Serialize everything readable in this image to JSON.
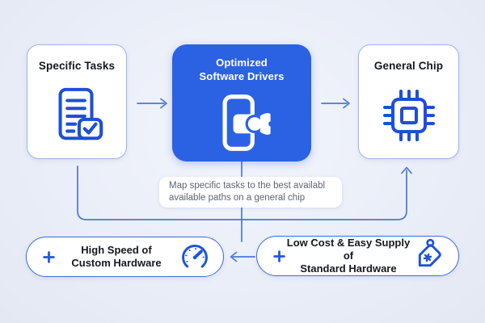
{
  "diagram": {
    "top_row": [
      {
        "id": "specific-tasks",
        "title": "Specific Tasks",
        "icon": "document-check-icon"
      },
      {
        "id": "optimized-software-drivers",
        "title_line1": "Optimized",
        "title_line2": "Software Drivers",
        "icon": "phone-video-icon"
      },
      {
        "id": "general-chip",
        "title": "General Chip",
        "icon": "chip-icon"
      }
    ],
    "caption": {
      "line1": "Map specific tasks to the best availabl",
      "line2": "available paths on a general chip"
    },
    "bottom_row": [
      {
        "id": "high-speed-custom-hardware",
        "plus": "+",
        "line1": "High Speed of",
        "line2": "Custom Hardware",
        "icon": "speedometer-icon"
      },
      {
        "id": "low-cost-standard-hardware",
        "plus": "+",
        "line1": "Low Cost & Easy Supply of",
        "line2": "Standard Hardware",
        "icon": "price-tag-icon"
      }
    ],
    "colors": {
      "background": "#eaeef8",
      "accent_blue": "#2b62e4",
      "icon_blue": "#1d4fd8",
      "connector_blue": "#4a77d8",
      "box_border_light": "#9fb5e6",
      "box_border_strong": "#3a6be0",
      "text_dark": "#15181f",
      "text_muted": "#5d6470"
    }
  }
}
